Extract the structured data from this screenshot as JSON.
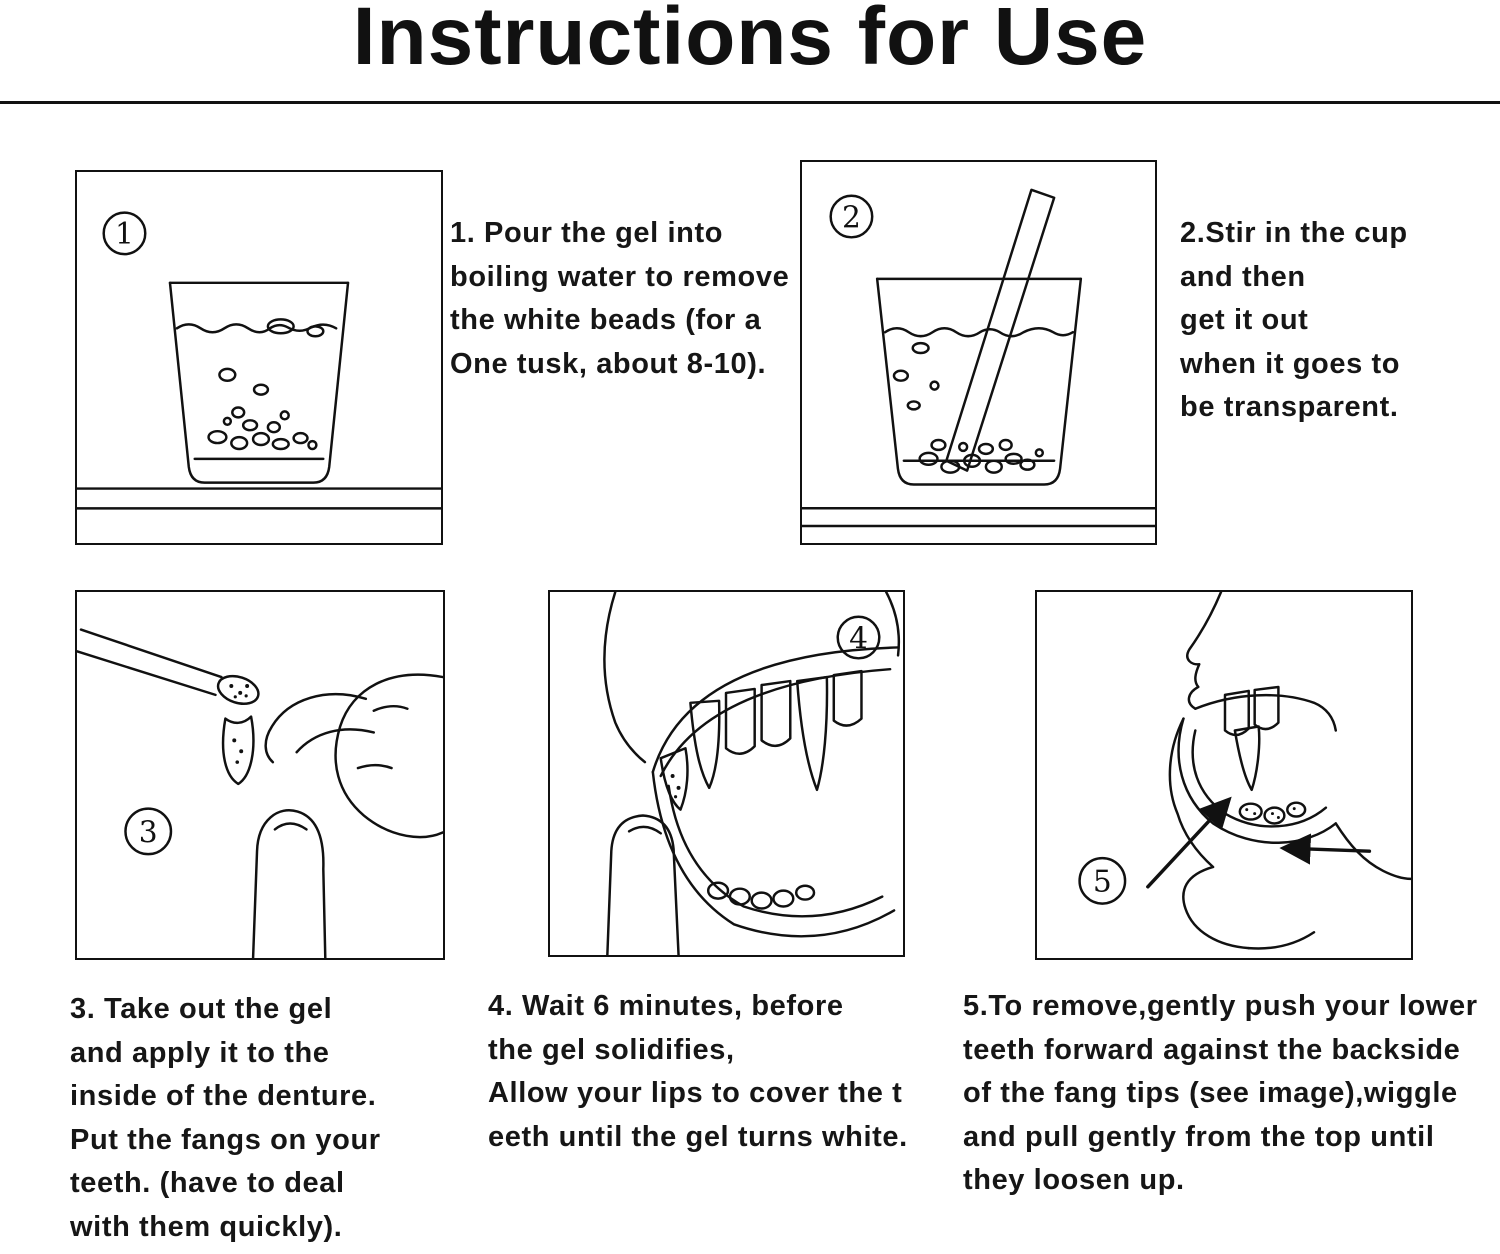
{
  "page": {
    "title": "Instructions for Use"
  },
  "steps": [
    {
      "badge": "1",
      "illustration": "cup-with-white-beads",
      "caption": "1. Pour the gel into\nboiling water to remove\nthe white beads (for a\nOne tusk, about 8-10)."
    },
    {
      "badge": "2",
      "illustration": "cup-stirred-with-stick",
      "caption": "2.Stir in the cup\nand then\nget it out\nwhen it goes to\nbe transparent."
    },
    {
      "badge": "3",
      "illustration": "hand-applying-gel-to-fang",
      "caption": "3. Take out the gel\nand apply it to the\ninside of the denture.\nPut the fangs on your\nteeth. (have to deal\nwith them quickly)."
    },
    {
      "badge": "4",
      "illustration": "placing-fangs-on-teeth",
      "caption": "4. Wait 6 minutes, before\nthe gel solidifies,\nAllow your lips to cover the t\neeth until the gel turns white."
    },
    {
      "badge": "5",
      "illustration": "removing-fangs-profile-with-arrows",
      "caption": "5.To remove,gently push your lower\nteeth forward against the backside\nof the fang tips (see image),wiggle\nand pull gently from the top until\nthey loosen up."
    }
  ]
}
